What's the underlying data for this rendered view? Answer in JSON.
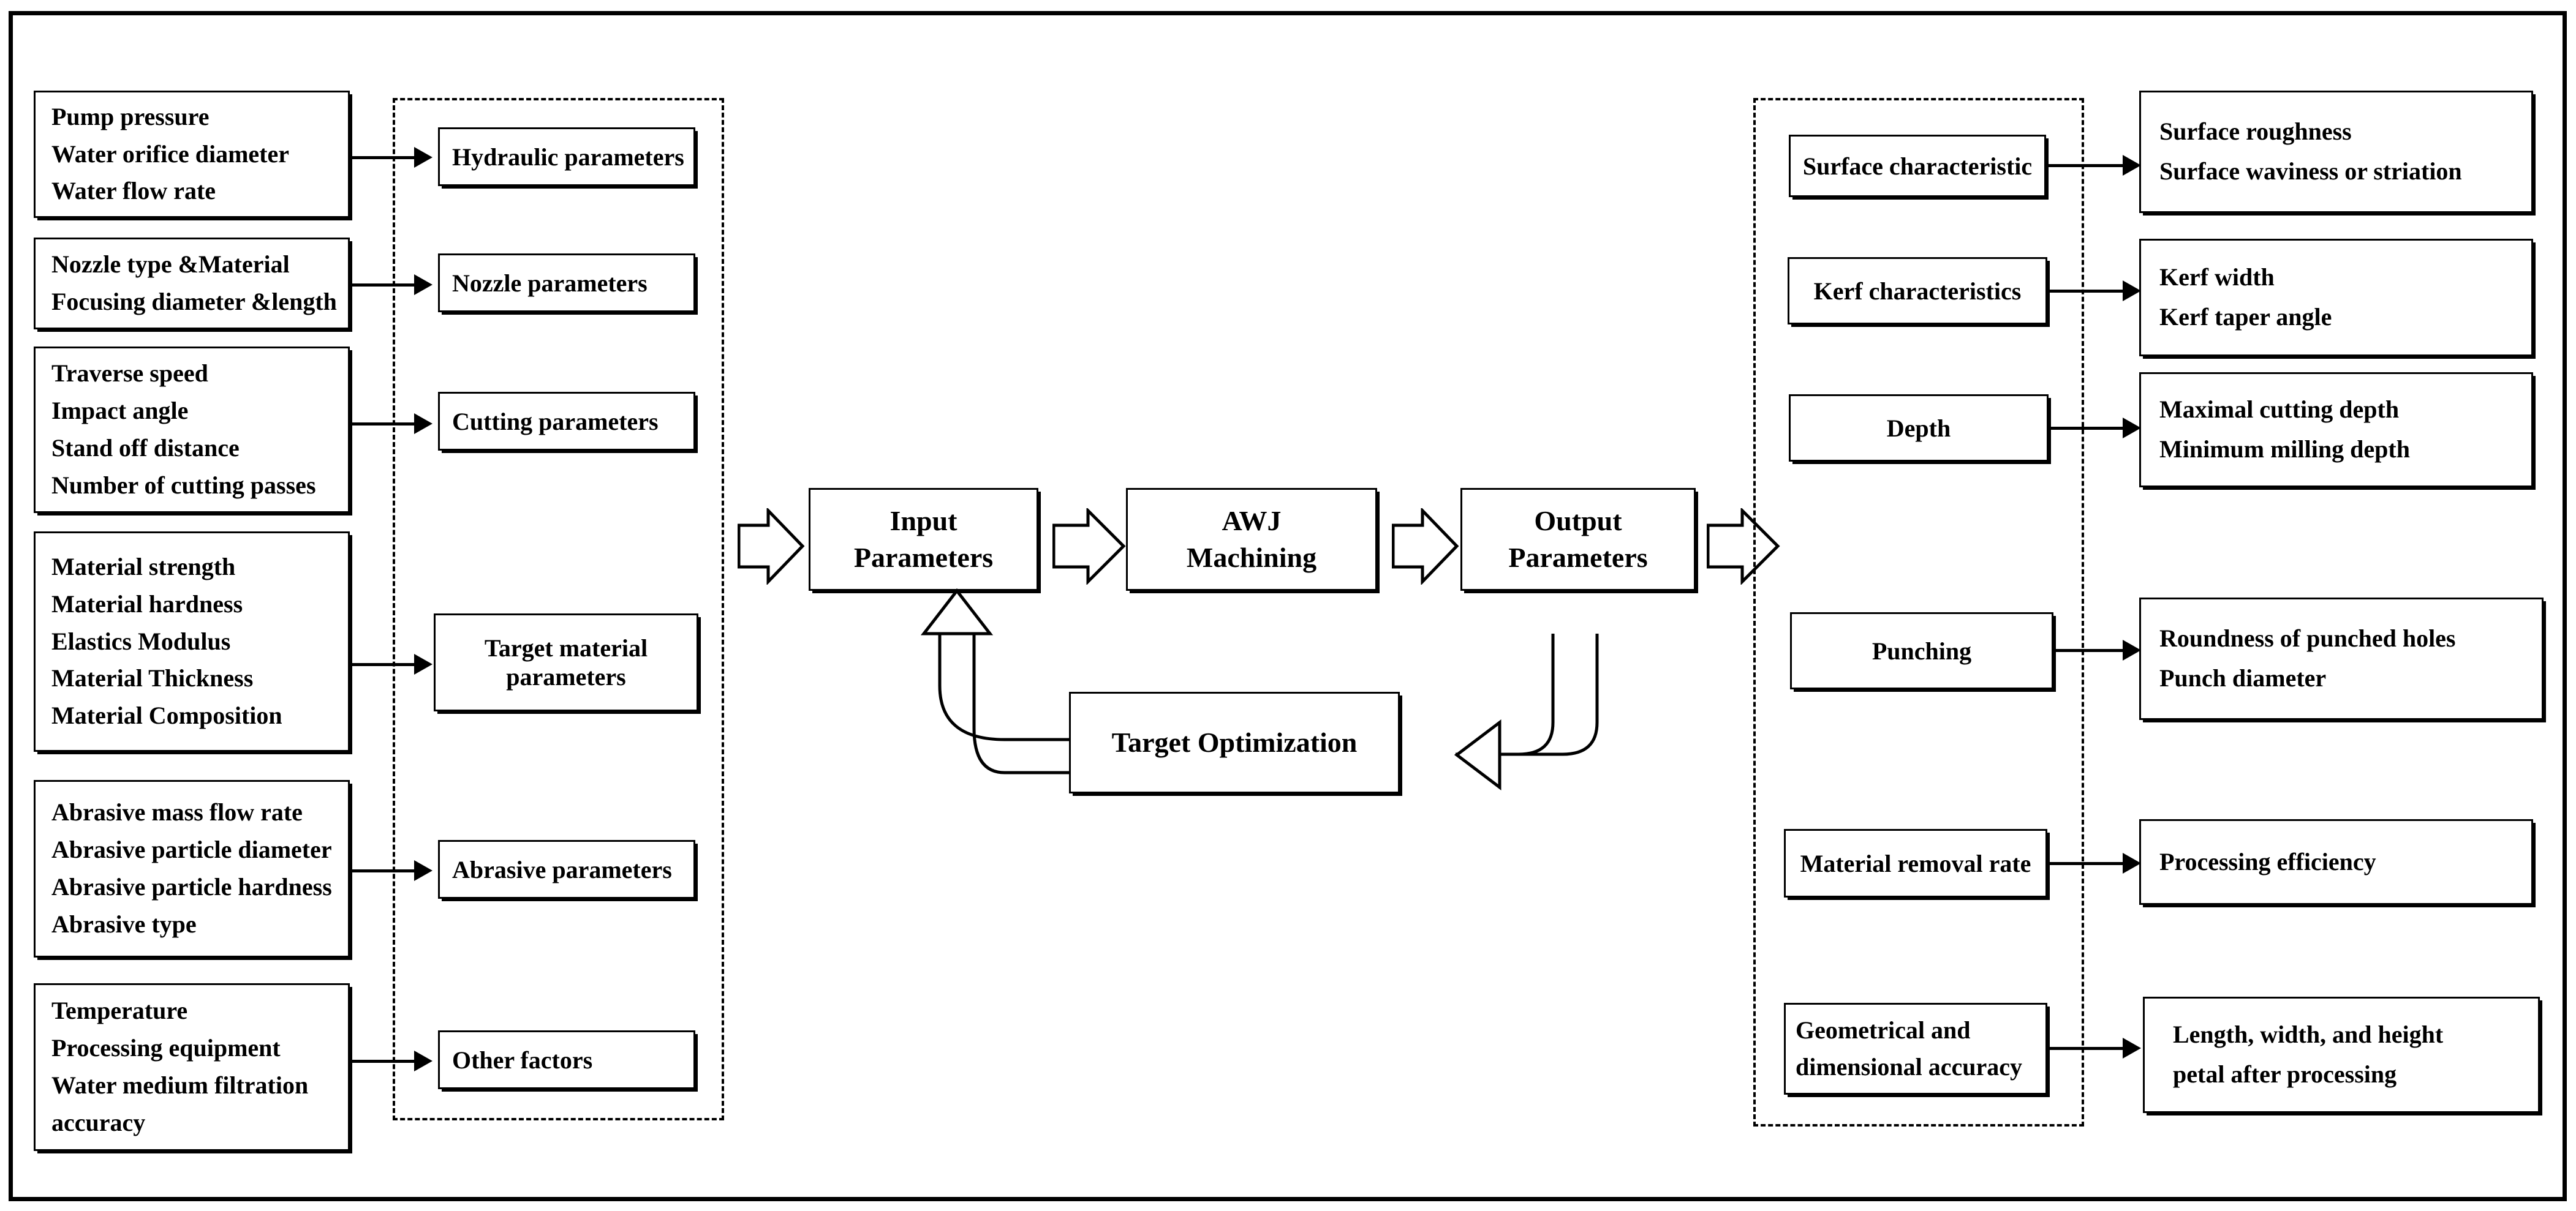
{
  "diagram": {
    "title": "Abrasive Water Jet (AWJ) machining input-output parameter flowchart",
    "input_groups": [
      {
        "name": "hydraulic",
        "items": [
          "Pump  pressure",
          "Water orifice diameter",
          "Water flow rate"
        ]
      },
      {
        "name": "nozzle",
        "items": [
          "Nozzle type &Material",
          "Focusing diameter &length"
        ]
      },
      {
        "name": "cutting",
        "items": [
          "Traverse speed",
          "Impact angle",
          "Stand off distance",
          "Number  of cutting passes"
        ]
      },
      {
        "name": "target-material",
        "items": [
          "Material strength",
          "Material hardness",
          "Elastics Modulus",
          "Material Thickness",
          "Material Composition"
        ]
      },
      {
        "name": "abrasive",
        "items": [
          "Abrasive mass flow rate",
          "Abrasive particle diameter",
          "Abrasive particle hardness",
          "Abrasive type"
        ]
      },
      {
        "name": "other",
        "items": [
          "Temperature",
          "Processing equipment",
          "Water medium  filtration",
          "  accuracy"
        ]
      }
    ],
    "input_categories": [
      {
        "name": "hydraulic-parameters",
        "lines": [
          "Hydraulic parameters"
        ]
      },
      {
        "name": "nozzle-parameters",
        "lines": [
          "Nozzle parameters"
        ]
      },
      {
        "name": "cutting-parameters",
        "lines": [
          "Cutting parameters"
        ]
      },
      {
        "name": "target-material-parameters",
        "lines": [
          "Target material",
          "parameters"
        ]
      },
      {
        "name": "abrasive-parameters",
        "lines": [
          "Abrasive parameters"
        ]
      },
      {
        "name": "other-factors",
        "lines": [
          "Other factors"
        ]
      }
    ],
    "process": {
      "input": [
        "Input",
        "Parameters"
      ],
      "machining": [
        "AWJ",
        "Machining"
      ],
      "output": [
        "Output",
        "Parameters"
      ],
      "optimization": [
        "Target Optimization"
      ]
    },
    "output_categories": [
      {
        "name": "surface-characteristic",
        "lines": [
          "Surface characteristic"
        ]
      },
      {
        "name": "kerf-characteristics",
        "lines": [
          "Kerf characteristics"
        ]
      },
      {
        "name": "depth",
        "lines": [
          "Depth"
        ]
      },
      {
        "name": "punching",
        "lines": [
          "Punching"
        ]
      },
      {
        "name": "material-removal-rate",
        "lines": [
          "Material removal rate"
        ]
      },
      {
        "name": "geometrical-dimensional-accuracy",
        "lines": [
          "Geometrical and",
          "dimensional accuracy"
        ]
      }
    ],
    "output_details": [
      {
        "name": "surface-details",
        "items": [
          "Surface roughness",
          "Surface waviness or striation"
        ]
      },
      {
        "name": "kerf-details",
        "items": [
          "Kerf width",
          "Kerf taper angle"
        ]
      },
      {
        "name": "depth-details",
        "items": [
          "Maximal cutting depth",
          "Minimum milling depth"
        ]
      },
      {
        "name": "punching-details",
        "items": [
          "Roundness of punched  holes",
          "Punch  diameter"
        ]
      },
      {
        "name": "mrr-details",
        "items": [
          "Processing efficiency"
        ]
      },
      {
        "name": "geometry-details",
        "items": [
          "Length,   width,   and   height",
          "petal after processing"
        ]
      }
    ],
    "colors": {
      "stroke": "#000000",
      "background": "#ffffff"
    }
  }
}
